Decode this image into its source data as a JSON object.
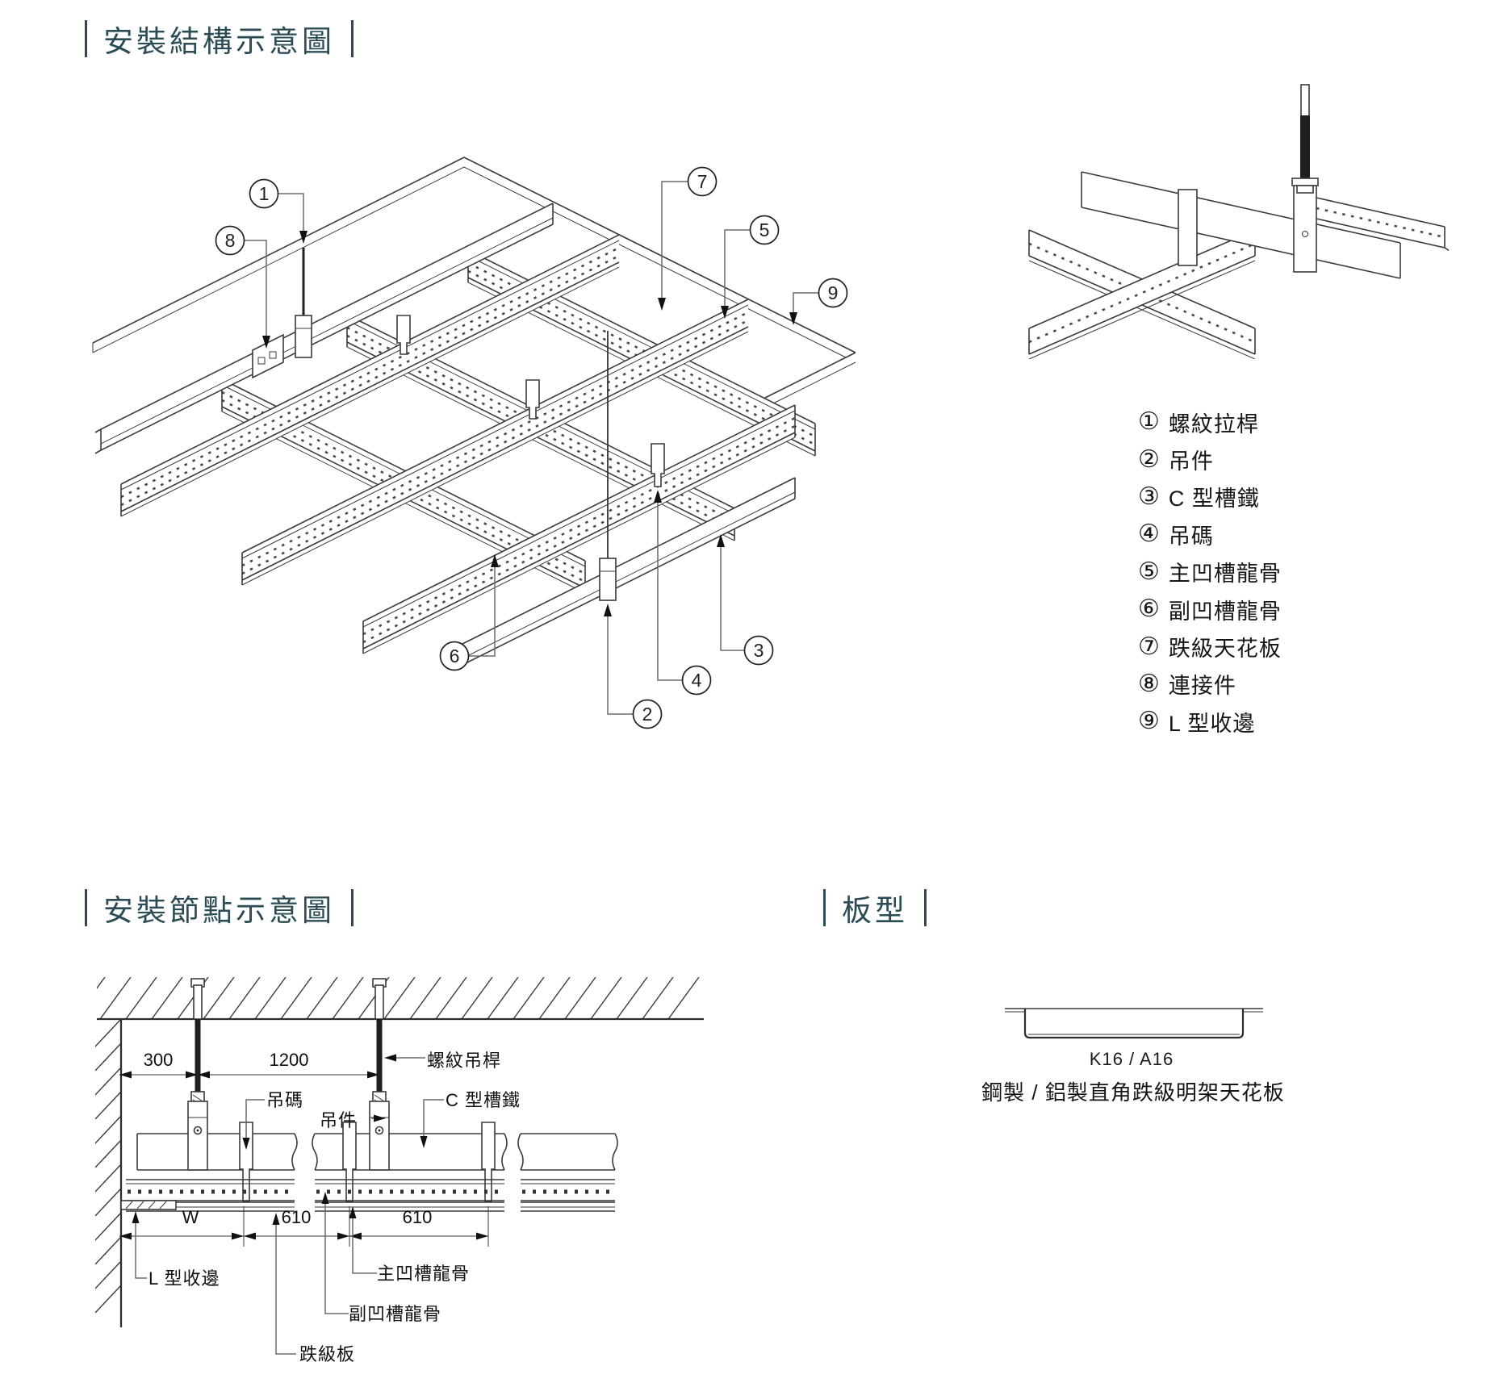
{
  "titles": {
    "structure": "安裝結構示意圖",
    "node": "安裝節點示意圖",
    "panel": "板型"
  },
  "colors": {
    "accent": "#2b4c55",
    "line": "#3a3a3a",
    "leader": "#6b6b6b"
  },
  "legend": {
    "items": [
      {
        "num": "①",
        "label": "螺紋拉桿"
      },
      {
        "num": "②",
        "label": "吊件"
      },
      {
        "num": "③",
        "label": "C 型槽鐵"
      },
      {
        "num": "④",
        "label": "吊碼"
      },
      {
        "num": "⑤",
        "label": "主凹槽龍骨"
      },
      {
        "num": "⑥",
        "label": "副凹槽龍骨"
      },
      {
        "num": "⑦",
        "label": "跌級天花板"
      },
      {
        "num": "⑧",
        "label": "連接件"
      },
      {
        "num": "⑨",
        "label": "L 型收邊"
      }
    ]
  },
  "structure_diagram": {
    "callout_numbers": [
      "1",
      "2",
      "3",
      "4",
      "5",
      "6",
      "7",
      "8",
      "9"
    ]
  },
  "node_diagram": {
    "dims_top": [
      "300",
      "1200"
    ],
    "dims_bottom": [
      "W",
      "610",
      "610"
    ],
    "labels": {
      "rod": "螺紋吊桿",
      "c_channel": "C 型槽鐵",
      "hang_code": "吊碼",
      "hanger": "吊件",
      "l_trim": "L 型收邊",
      "main_keel": "主凹槽龍骨",
      "sub_keel": "副凹槽龍骨",
      "step_panel": "跌級板"
    }
  },
  "panel_type": {
    "model": "K16 / A16",
    "description": "鋼製 / 鋁製直角跌級明架天花板"
  }
}
